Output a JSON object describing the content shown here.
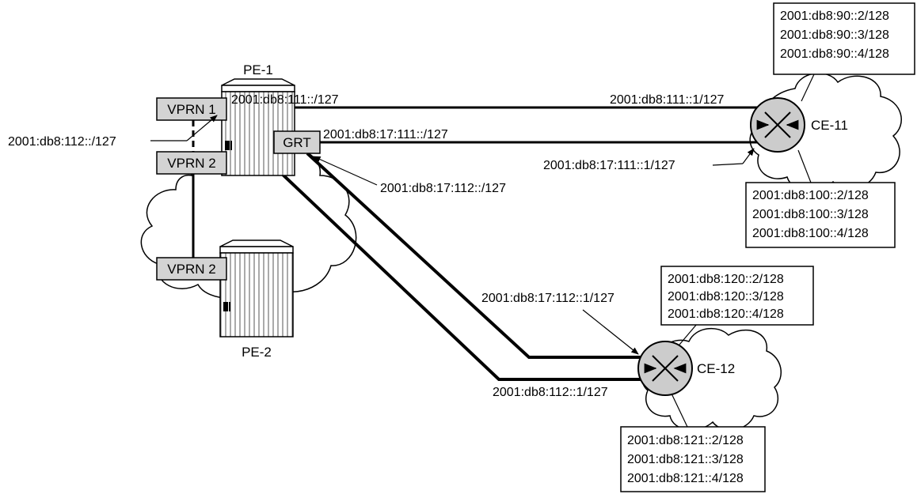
{
  "routers": {
    "pe1": {
      "name": "PE-1"
    },
    "pe2": {
      "name": "PE-2"
    },
    "ce11": {
      "name": "CE-11"
    },
    "ce12": {
      "name": "CE-12"
    }
  },
  "instances": {
    "vprn1_pe1": "VPRN 1",
    "vprn2_pe1": "VPRN 2",
    "grt_pe1": "GRT",
    "vprn2_pe2": "VPRN 2"
  },
  "links": {
    "pe1_vprn1_ce11_local": "2001:db8:111::/127",
    "pe1_vprn1_ce11_remote": "2001:db8:111::1/127",
    "pe1_grt_ce11_local": "2001:db8:17:111::/127",
    "pe1_grt_ce11_remote": "2001:db8:17:111::1/127",
    "pe1_vprn1_vprn2_local": "2001:db8:112::/127",
    "pe1_grt_ce12_local": "2001:db8:17:112::/127",
    "pe1_grt_ce12_remote": "2001:db8:17:112::1/127",
    "pe1_vprn1_ce12_remote": "2001:db8:112::1/127"
  },
  "loopbacks": {
    "ce11_vprn": [
      "2001:db8:90::2/128",
      "2001:db8:90::3/128",
      "2001:db8:90::4/128"
    ],
    "ce11_grt": [
      "2001:db8:100::2/128",
      "2001:db8:100::3/128",
      "2001:db8:100::4/128"
    ],
    "ce12_grt": [
      "2001:db8:120::2/128",
      "2001:db8:120::3/128",
      "2001:db8:120::4/128"
    ],
    "ce12_vprn": [
      "2001:db8:121::2/128",
      "2001:db8:121::3/128",
      "2001:db8:121::4/128"
    ]
  }
}
